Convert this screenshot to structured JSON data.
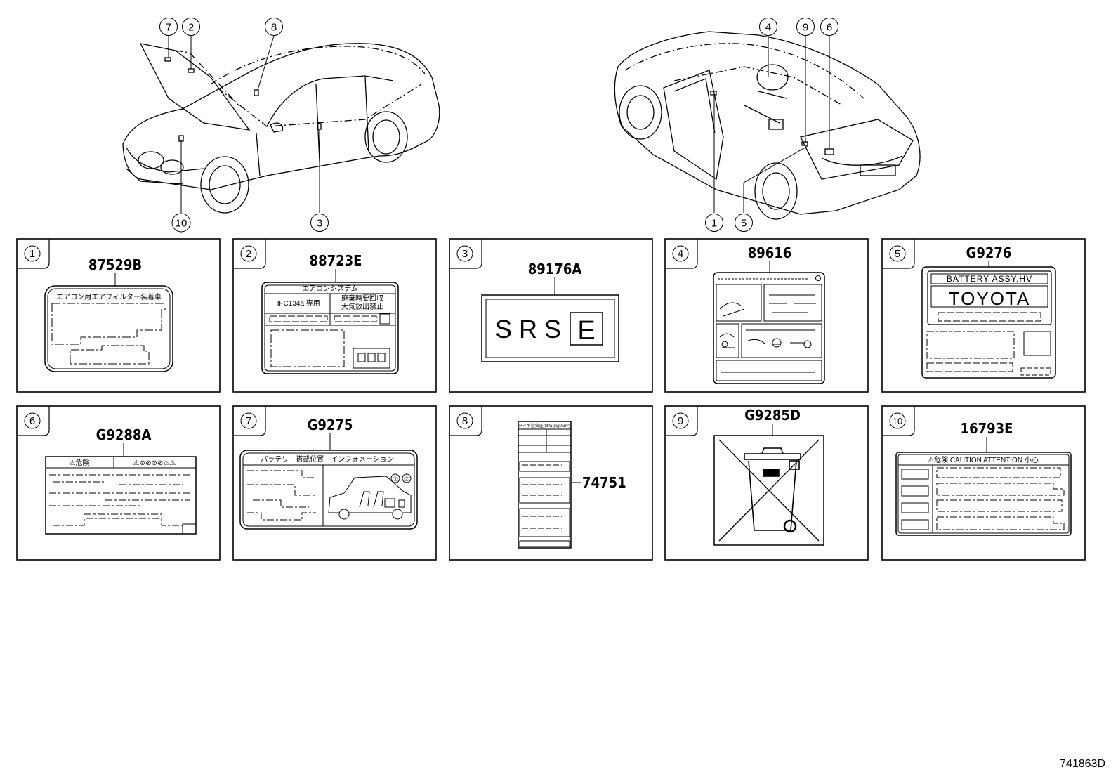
{
  "figure_code": "741863D",
  "car_callouts_left": [
    "7",
    "2",
    "8",
    "10",
    "3"
  ],
  "car_callouts_right": [
    "4",
    "9",
    "6",
    "1",
    "5"
  ],
  "panels": [
    {
      "no": "1",
      "part": "87529B",
      "text": [
        "エアコン用エアフィルター装着車"
      ]
    },
    {
      "no": "2",
      "part": "88723E",
      "text": [
        "エアコンシステム",
        "HFC134a 専用",
        "廃棄時要回収",
        "大気放出禁止"
      ]
    },
    {
      "no": "3",
      "part": "89176A",
      "text": [
        "S R S",
        "E"
      ]
    },
    {
      "no": "4",
      "part": "89616",
      "text": []
    },
    {
      "no": "5",
      "part": "G9276",
      "text": [
        "BATTERY ASSY,HV",
        "TOYOTA"
      ]
    },
    {
      "no": "6",
      "part": "G9288A",
      "text": [
        "⚠危険",
        "⚠⊘⊘⊘⊘⚠⚠"
      ]
    },
    {
      "no": "7",
      "part": "G9275",
      "text": [
        "バッテリ　搭載位置　インフォメーション",
        "①",
        "②"
      ]
    },
    {
      "no": "8",
      "part": "74751",
      "text": [
        "タイヤ空気圧(kPa)(kgf/cm²)"
      ]
    },
    {
      "no": "9",
      "part": "G9285D",
      "text": []
    },
    {
      "no": "10",
      "part": "16793E",
      "text": [
        "⚠危険 CAUTION ATTENTION 小心"
      ]
    }
  ]
}
